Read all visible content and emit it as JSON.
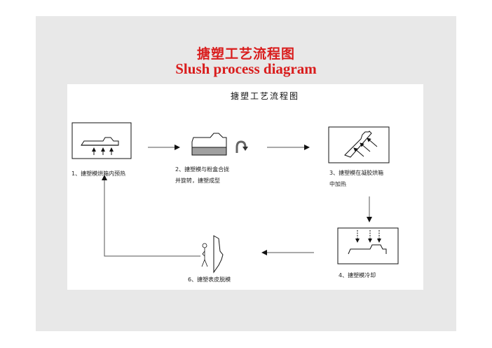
{
  "slide": {
    "title_cn": "搪塑工艺流程图",
    "title_en": "Slush process diagram",
    "title_color": "#d91c1c"
  },
  "diagram": {
    "title": "搪塑工艺流程图",
    "steps": [
      {
        "label_line1": "1、搪塑模烘箱内预热",
        "label_line2": ""
      },
      {
        "label_line1": "2、搪塑模与粉盒合拢",
        "label_line2": "并旋转，搪塑成型"
      },
      {
        "label_line1": "3、搪塑模在凝胶烘箱",
        "label_line2": "中加热"
      },
      {
        "label_line1": "4、搪塑模冷却",
        "label_line2": ""
      },
      {
        "label_line1": "6、搪塑表皮脱模",
        "label_line2": ""
      }
    ]
  }
}
